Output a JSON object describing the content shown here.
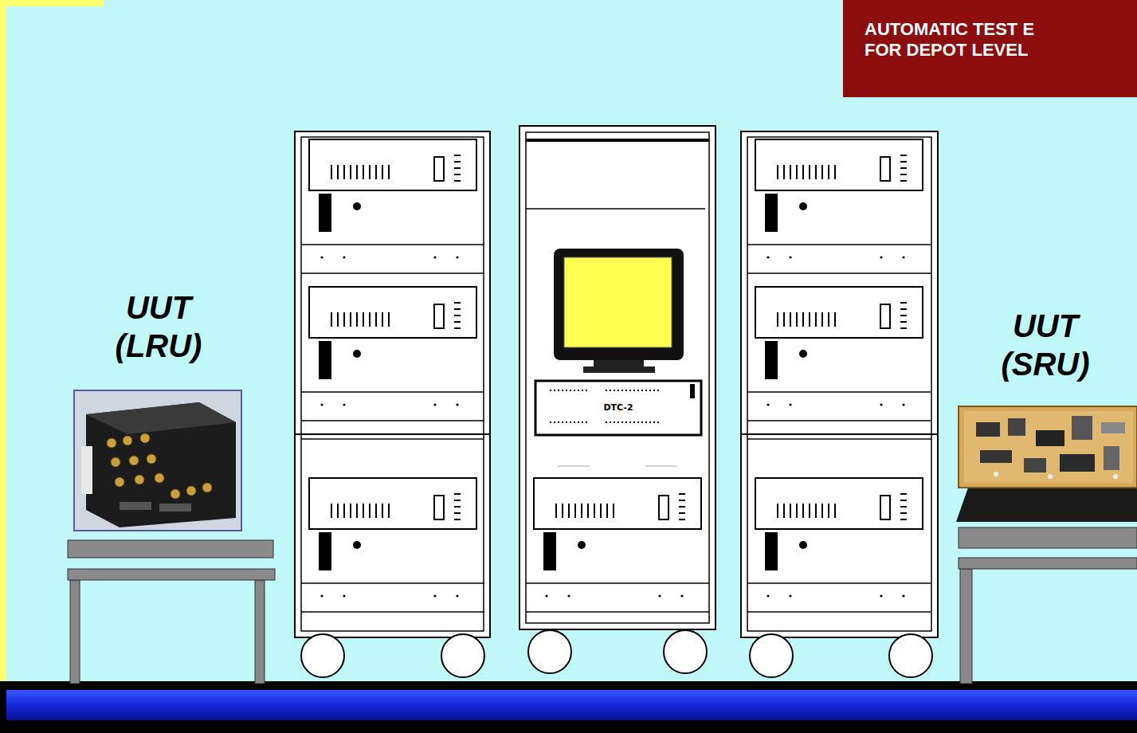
{
  "diagram": {
    "title": "AUTOMATIC TEST E FOR DEPOT LEVEL",
    "labels": [
      "UUT (LRU)",
      "DTC-2",
      "UUT (SRU)"
    ]
  }
}
